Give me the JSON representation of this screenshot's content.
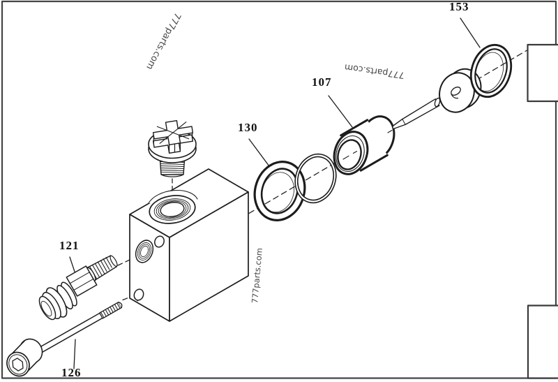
{
  "page": {
    "background": "#ffffff",
    "border_color": "#454545",
    "line_color": "#1c1c1c"
  },
  "watermark": {
    "text": "777parts.com"
  },
  "diagram": {
    "type": "exploded-parts-view",
    "parts": [
      {
        "number": "153",
        "shape": "o-ring"
      },
      {
        "number": "107",
        "shape": "sleeve-plug"
      },
      {
        "number": "130",
        "shape": "o-ring"
      },
      {
        "number": "121",
        "shape": "threaded-fitting"
      },
      {
        "number": "126",
        "shape": "socket-head-cap-screw"
      }
    ]
  }
}
